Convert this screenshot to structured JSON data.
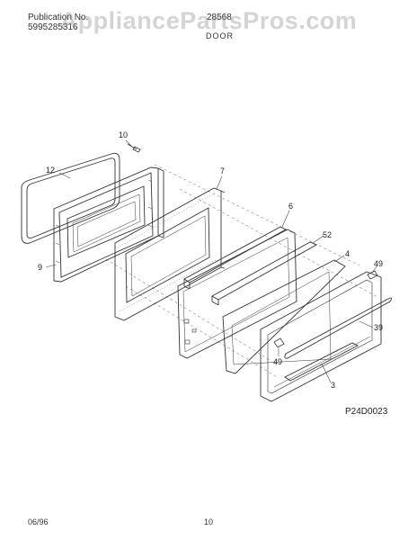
{
  "header": {
    "publication_label": "Publication No.",
    "publication_number": "5995285316",
    "model_code": "28568",
    "section_title": "DOOR"
  },
  "watermark": "AppliancePartsPros.com",
  "diagram": {
    "code": "P24D0023",
    "callouts": [
      "10",
      "12",
      "7",
      "6",
      "52",
      "4",
      "49",
      "9",
      "39",
      "49",
      "3"
    ]
  },
  "footer": {
    "date": "06/96",
    "page_number": "10"
  }
}
